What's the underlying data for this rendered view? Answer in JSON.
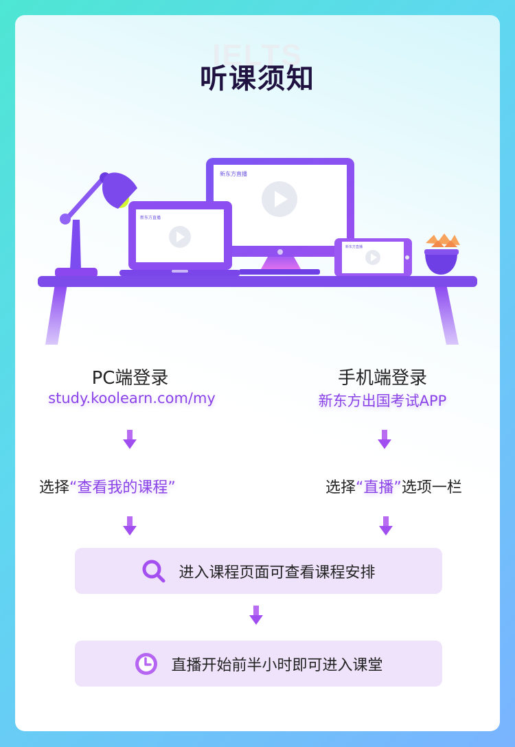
{
  "header": {
    "watermark": "IELTS",
    "title": "听课须知"
  },
  "illustration": {
    "brand_text": "新东方直播",
    "icons": [
      "desk-lamp-icon",
      "laptop-icon",
      "monitor-icon",
      "phone-icon",
      "plant-icon",
      "play-icon"
    ],
    "colors": {
      "purple": "#8a43e8",
      "lamp_bulb": "#d4f532",
      "plant_leaf": "#f7a35c",
      "screen_bg": "#ffffff"
    }
  },
  "pc": {
    "heading": "PC端登录",
    "url": "study.koolearn.com/my",
    "step_prefix": "选择",
    "step_highlight": "“查看我的课程”"
  },
  "mobile": {
    "heading": "手机端登录",
    "app": "新东方出国考试APP",
    "step_prefix": "选择",
    "step_highlight": "“直播”",
    "step_suffix": "选项一栏"
  },
  "boxes": [
    {
      "icon": "search-icon",
      "text": "进入课程页面可查看课程安排"
    },
    {
      "icon": "clock-icon",
      "text": "直播开始前半小时即可进入课堂"
    }
  ],
  "colors": {
    "accent": "#8a43e8",
    "box_bg": "#efe3fb",
    "title": "#1f1240"
  }
}
